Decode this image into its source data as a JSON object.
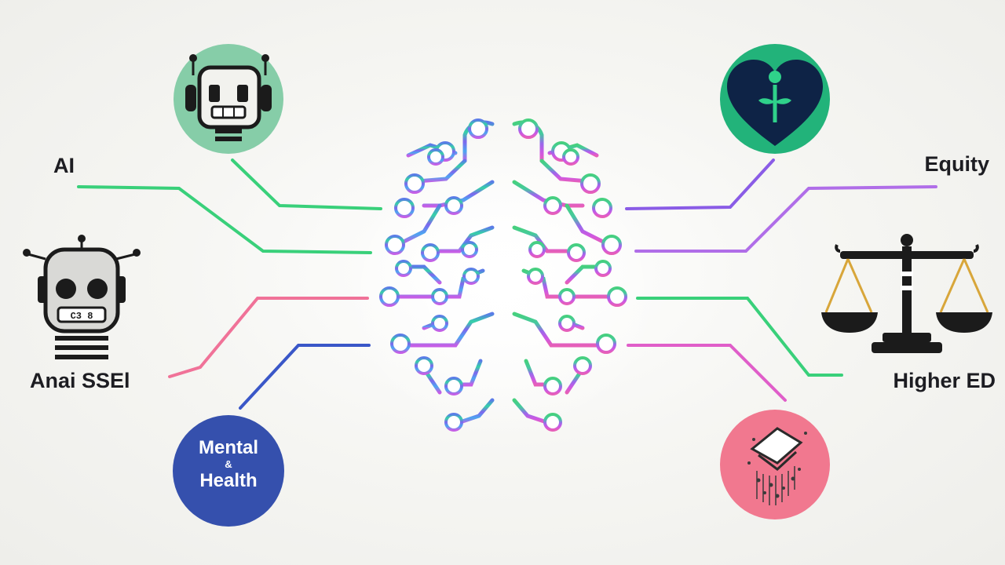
{
  "labels": {
    "ai": "AI",
    "anai_ssel": "Anai SSEl",
    "equity": "Equity",
    "higher_ed": "Higher ED"
  },
  "mental_health": {
    "line1": "Mental",
    "line2": "&",
    "line3": "Health"
  },
  "robot_badge_text": "C3 8",
  "icons": {
    "top_left": "robot-headphones-icon",
    "left": "robot-antenna-icon",
    "top_right": "heart-sprout-icon",
    "right": "balance-scale-icon",
    "bottom_right": "graduation-cap-sparkle-icon",
    "center": "circuit-brain-icon"
  },
  "colors": {
    "green": "#39d07a",
    "purple": "#8a5ce6",
    "pink": "#f07298",
    "blue": "#3a57c8",
    "mint_circle": "#86cda8",
    "teal_circle": "#22b37a",
    "navy": "#0e2346",
    "royal": "#3550ad",
    "rose_circle": "#f1788f"
  }
}
